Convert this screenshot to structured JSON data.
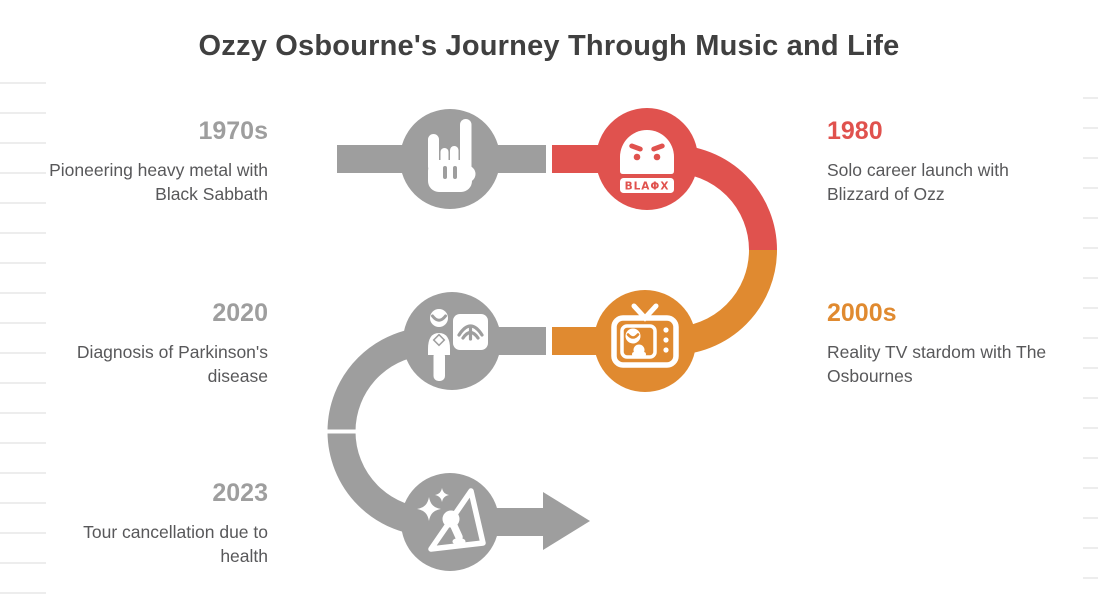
{
  "title": "Ozzy Osbourne's Journey Through Music and Life",
  "milestones": [
    {
      "year": "1970s",
      "description": "Pioneering heavy metal with Black Sabbath",
      "side": "left",
      "node_color": "#9E9E9E",
      "icon": "rock-hand-icon"
    },
    {
      "year": "1980",
      "description": "Solo career launch with Blizzard of Ozz",
      "side": "right",
      "node_color": "#E0524E",
      "icon": "angry-mask-icon",
      "icon_banner_text": "BLAΦX"
    },
    {
      "year": "2020",
      "description": "Diagnosis of Parkinson's disease",
      "side": "left",
      "node_color": "#9E9E9E",
      "icon": "patient-scan-icon"
    },
    {
      "year": "2000s",
      "description": "Reality TV stardom with The Osbournes",
      "side": "right",
      "node_color": "#E08A30",
      "icon": "retro-tv-icon"
    },
    {
      "year": "2023",
      "description": "Tour cancellation due to health",
      "side": "left",
      "node_color": "#9E9E9E",
      "icon": "stage-mic-sparkle-icon"
    }
  ],
  "colors": {
    "gray": "#9E9E9E",
    "red": "#E0524E",
    "orange": "#E08A30",
    "title_text": "#404040",
    "description_text": "#58585A",
    "ruled_lines": "#EDEDED",
    "background": "#FFFFFF"
  }
}
